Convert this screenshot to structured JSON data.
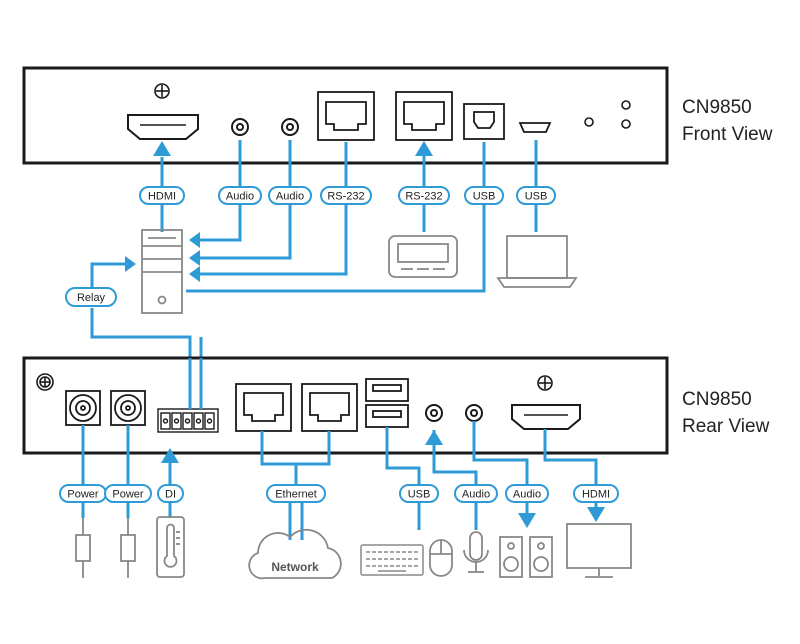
{
  "colors": {
    "accent": "#2e9bd6",
    "device_outline": "#1a1a1a",
    "peripheral": "#888888"
  },
  "front": {
    "model": "CN9850",
    "view": "Front View",
    "tags": [
      "HDMI",
      "Audio",
      "Audio",
      "RS-232",
      "RS-232",
      "USB",
      "USB"
    ],
    "relay": "Relay"
  },
  "rear": {
    "model": "CN9850",
    "view": "Rear View",
    "tags": [
      "Power",
      "Power",
      "DI",
      "Ethernet",
      "USB",
      "Audio",
      "Audio",
      "HDMI"
    ],
    "network": "Network"
  },
  "icons": [
    "hdmi-port-icon",
    "audio-jack-icon",
    "rj45-port-icon",
    "usb-b-port-icon",
    "micro-usb-port-icon",
    "led-indicator-icon",
    "ground-screw-icon",
    "power-jack-icon",
    "terminal-block-icon",
    "usb-a-port-icon",
    "computer-tower-icon",
    "serial-terminal-icon",
    "laptop-icon",
    "power-adapter-icon",
    "thermometer-icon",
    "network-cloud-icon",
    "keyboard-icon",
    "mouse-icon",
    "microphone-icon",
    "speakers-icon",
    "monitor-icon"
  ]
}
